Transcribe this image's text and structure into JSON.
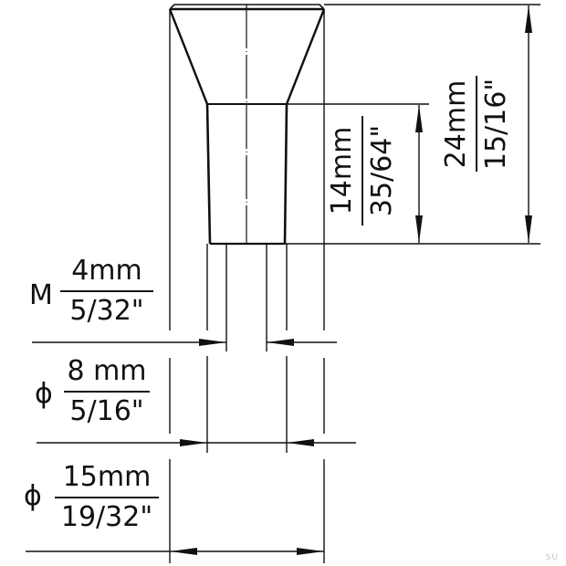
{
  "drawing": {
    "title": "Cone knob technical drawing",
    "line_color": "#111111",
    "background": "#ffffff"
  },
  "dimensions": {
    "thread": {
      "prefix": "M",
      "metric": "4mm",
      "imperial": "5/32\""
    },
    "base_diameter": {
      "prefix": "ϕ",
      "metric": "8 mm",
      "imperial": "5/16\""
    },
    "head_diameter": {
      "prefix": "ϕ",
      "metric": "15mm",
      "imperial": "19/32\""
    },
    "stem_height": {
      "metric": "14mm",
      "imperial": "35/64\""
    },
    "total_height": {
      "metric": "24mm",
      "imperial": "15/16\""
    }
  },
  "watermark": "SU"
}
